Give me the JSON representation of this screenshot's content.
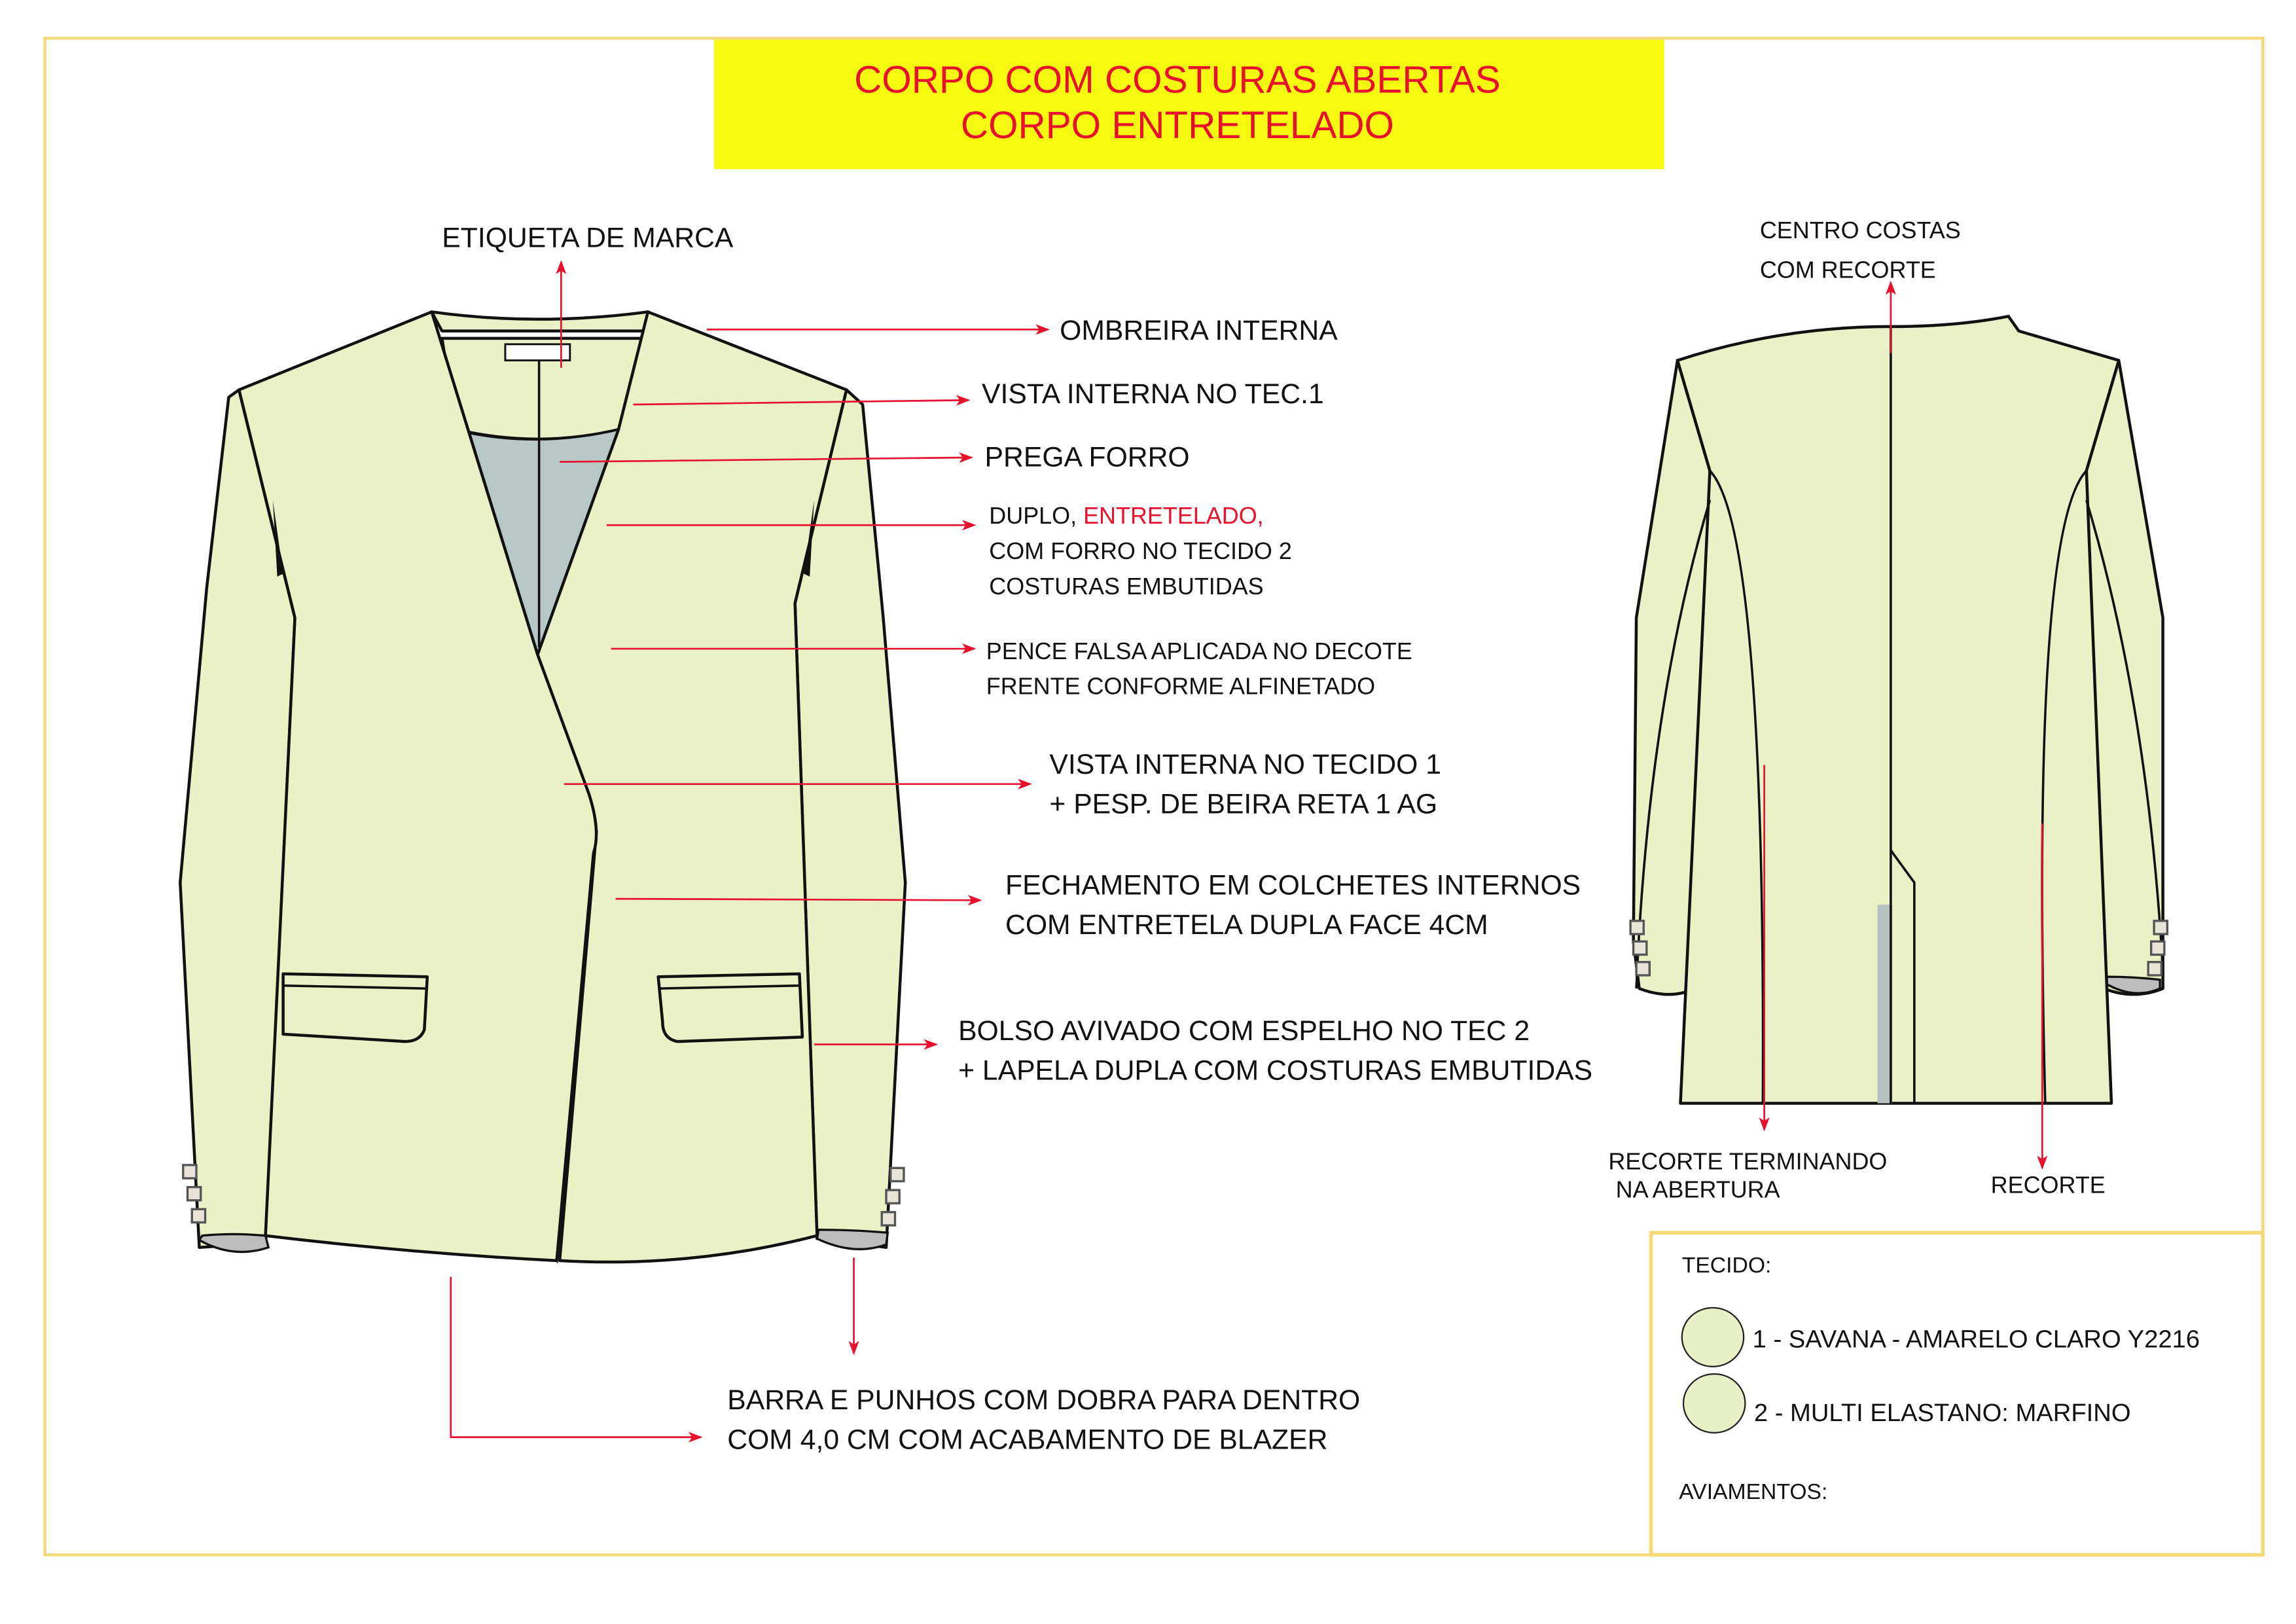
{
  "title": {
    "line1": "CORPO COM COSTURAS ABERTAS",
    "line2": "CORPO ENTRETELADO"
  },
  "front_callouts": {
    "etiqueta": "ETIQUETA DE MARCA",
    "ombreira": "OMBREIRA INTERNA",
    "vista_tec1": "VISTA INTERNA NO TEC.1",
    "prega": "PREGA FORRO",
    "duplo_a": "DUPLO, ",
    "duplo_red": "ENTRETELADO,",
    "duplo_b": "COM FORRO NO TECIDO 2",
    "duplo_c": "COSTURAS EMBUTIDAS",
    "pence_a": "PENCE FALSA APLICADA NO DECOTE",
    "pence_b": "FRENTE CONFORME ALFINETADO",
    "vista_a": "VISTA INTERNA NO  TECIDO 1",
    "vista_b": "+ PESP. DE BEIRA RETA 1 AG",
    "fech_a": "FECHAMENTO EM COLCHETES INTERNOS",
    "fech_b": "COM ENTRETELA DUPLA FACE 4CM",
    "bolso_a": "BOLSO AVIVADO COM ESPELHO NO TEC 2",
    "bolso_b": "+ LAPELA DUPLA COM COSTURAS EMBUTIDAS",
    "barra_a": "BARRA E PUNHOS COM DOBRA PARA DENTRO",
    "barra_b": "COM  4,0 CM  COM ACABAMENTO DE BLAZER"
  },
  "back_callouts": {
    "centro_a": "CENTRO COSTAS",
    "centro_b": "COM RECORTE",
    "recorte_term_a": "RECORTE TERMINANDO",
    "recorte_term_b": "NA ABERTURA",
    "recorte": "RECORTE"
  },
  "legend": {
    "tecido_label": "TECIDO:",
    "fabrics": [
      {
        "label": "1 - SAVANA - AMARELO CLARO Y2216",
        "color": "#e8f0c6"
      },
      {
        "label": "2 - MULTI ELASTANO: MARFINO",
        "color": "#e8f0c6"
      }
    ],
    "aviamentos_label": "AVIAMENTOS:"
  },
  "colors": {
    "fabric": "#eaf1c6",
    "title_bg": "#f5fa0f",
    "accent": "#e8112d",
    "frame": "#f3d97a"
  }
}
